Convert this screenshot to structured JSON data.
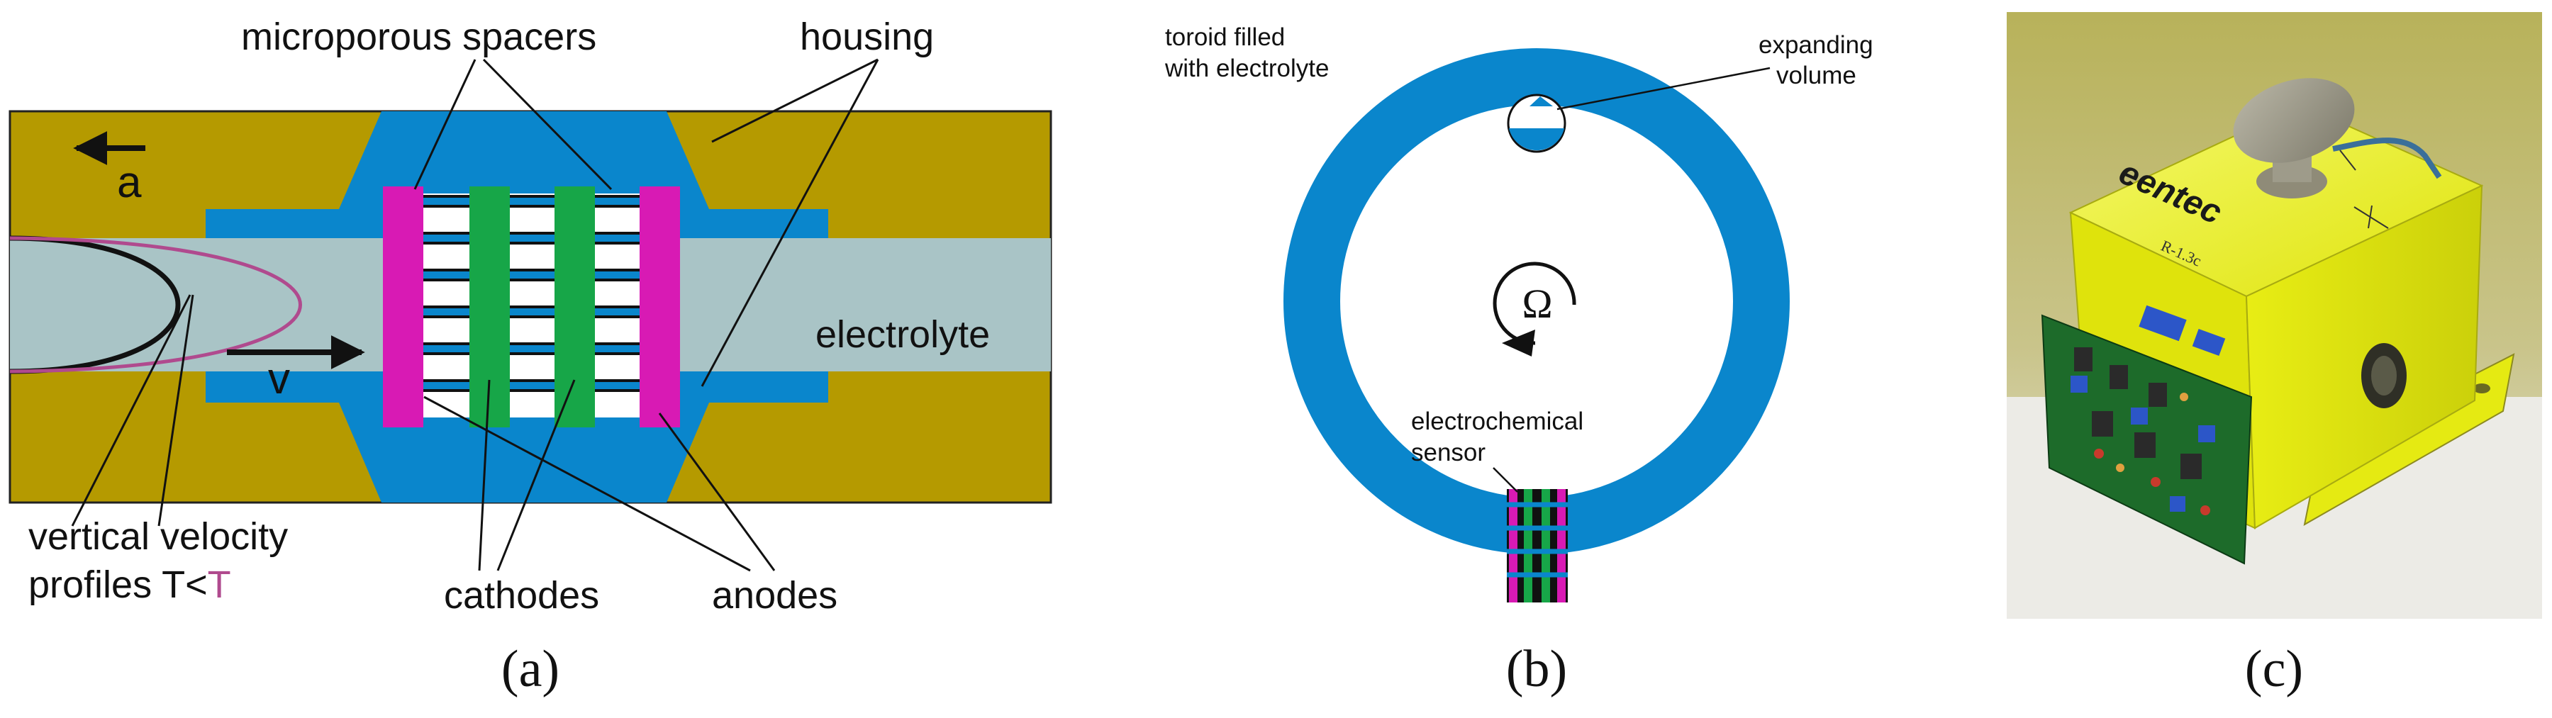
{
  "panel_a": {
    "label_microporous_spacers": "microporous spacers",
    "label_housing": "housing",
    "label_accel": "a",
    "label_velocity": "v",
    "label_electrolyte": "electrolyte",
    "label_profiles_line1": "vertical velocity",
    "label_profiles_line2_prefix": "profiles T<",
    "label_profiles_line2_suffix": "T",
    "label_cathodes": "cathodes",
    "label_anodes": "anodes",
    "caption": "(a)"
  },
  "panel_b": {
    "label_toroid_line1": "toroid filled",
    "label_toroid_line2": "with electrolyte",
    "label_expanding_line1": "expanding",
    "label_expanding_line2": "volume",
    "label_omega": "Ω",
    "label_sensor_line1": "electrochemical",
    "label_sensor_line2": "sensor",
    "caption": "(b)"
  },
  "panel_c": {
    "brand_text": "eentec",
    "model_text": "R-1.3c",
    "caption": "(c)"
  },
  "colors": {
    "housing_olive": "#b59a00",
    "electrolyte_blue": "#0a86cc",
    "channel_grey": "#a9c4c6",
    "anode_magenta": "#d81ab4",
    "cathode_green": "#17a648",
    "profile_pink": "#b04a8e",
    "device_yellow": "#ecf11a",
    "pcb_green": "#1d6b2a"
  }
}
